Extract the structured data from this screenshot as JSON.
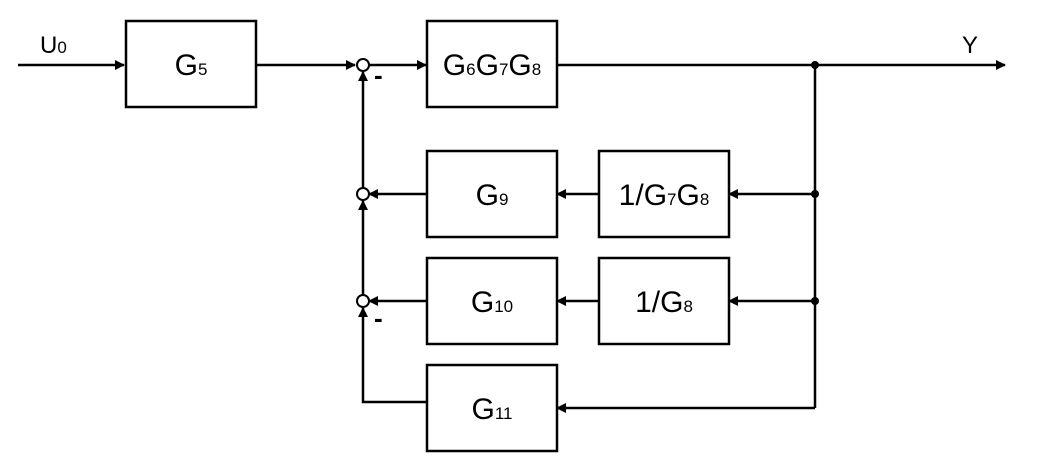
{
  "signals": {
    "input": {
      "main": "U",
      "sub": "0"
    },
    "output": "Y"
  },
  "blocks": {
    "g5": [
      {
        "main": "G",
        "sub": "5"
      }
    ],
    "g678": [
      {
        "main": "G",
        "sub": "6"
      },
      {
        "main": "G",
        "sub": "7"
      },
      {
        "main": "G",
        "sub": "8"
      }
    ],
    "g9": [
      {
        "main": "G",
        "sub": "9"
      }
    ],
    "inv78": [
      {
        "main": "1/G",
        "sub": "7"
      },
      {
        "main": "G",
        "sub": "8"
      }
    ],
    "g10": [
      {
        "main": "G",
        "sub": "10"
      }
    ],
    "inv8": [
      {
        "main": "1/G",
        "sub": "8"
      }
    ],
    "g11": [
      {
        "main": "G",
        "sub": "11"
      }
    ]
  },
  "signs": {
    "sum_top": "-",
    "sum_bottom": "-"
  }
}
